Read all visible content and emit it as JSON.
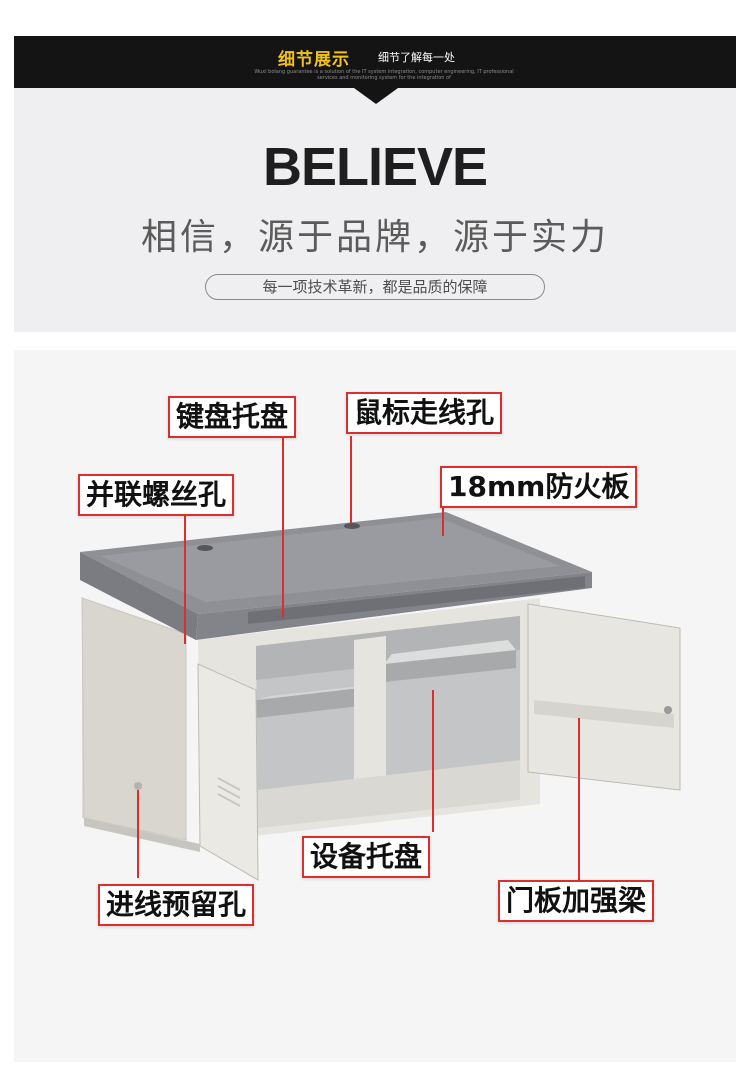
{
  "header": {
    "title": "细节展示",
    "subtitle": "细节了解每一处",
    "fine_print": "Wuxi bolang guarantee is a solution of the IT system integration, computer engineering, IT professional services and monitoring system for the integration of"
  },
  "hero": {
    "headline": "BELIEVE",
    "slogan": "相信，源于品牌，源于实力",
    "tagline": "每一项技术革新，都是品质的保障"
  },
  "callouts": [
    {
      "id": "keyboard-tray",
      "text": "键盘托盘"
    },
    {
      "id": "mouse-cable-hole",
      "text": "鼠标走线孔"
    },
    {
      "id": "parallel-screw-hole",
      "text": "并联螺丝孔"
    },
    {
      "id": "fireproof-board",
      "text": "18mm防火板"
    },
    {
      "id": "equipment-tray",
      "text": "设备托盘"
    },
    {
      "id": "cable-entry-hole",
      "text": "进线预留孔"
    },
    {
      "id": "door-reinforcement",
      "text": "门板加强梁"
    }
  ],
  "colors": {
    "banner": "#141414",
    "banner_title": "#f2c21a",
    "callout_border": "#d92f2f",
    "cabinet_body": "#e4e2dc",
    "cabinet_top": "#8f9095"
  }
}
